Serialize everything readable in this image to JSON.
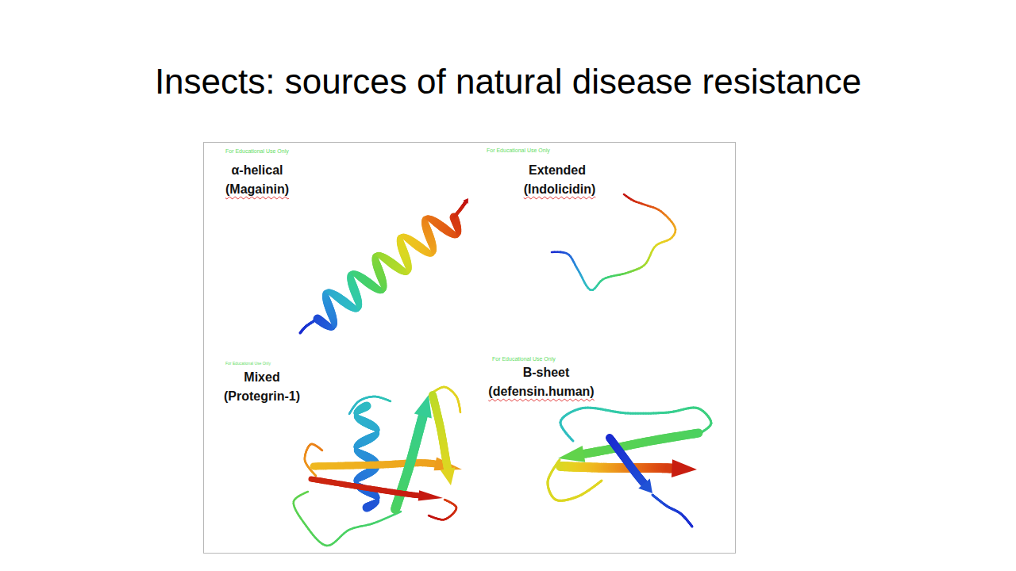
{
  "diagram": {
    "title": "Insects: sources of natural disease resistance",
    "labels": [
      "For Educational Use Only",
      "α-helical",
      "(Magainin)",
      "For Educational Use Only",
      "Extended",
      "(Indolicidin)",
      "For Educational Use Only",
      "Mixed",
      "(Protegrin-1)",
      "For Educational Use Only",
      "B-sheet",
      "(defensin.human)"
    ]
  }
}
